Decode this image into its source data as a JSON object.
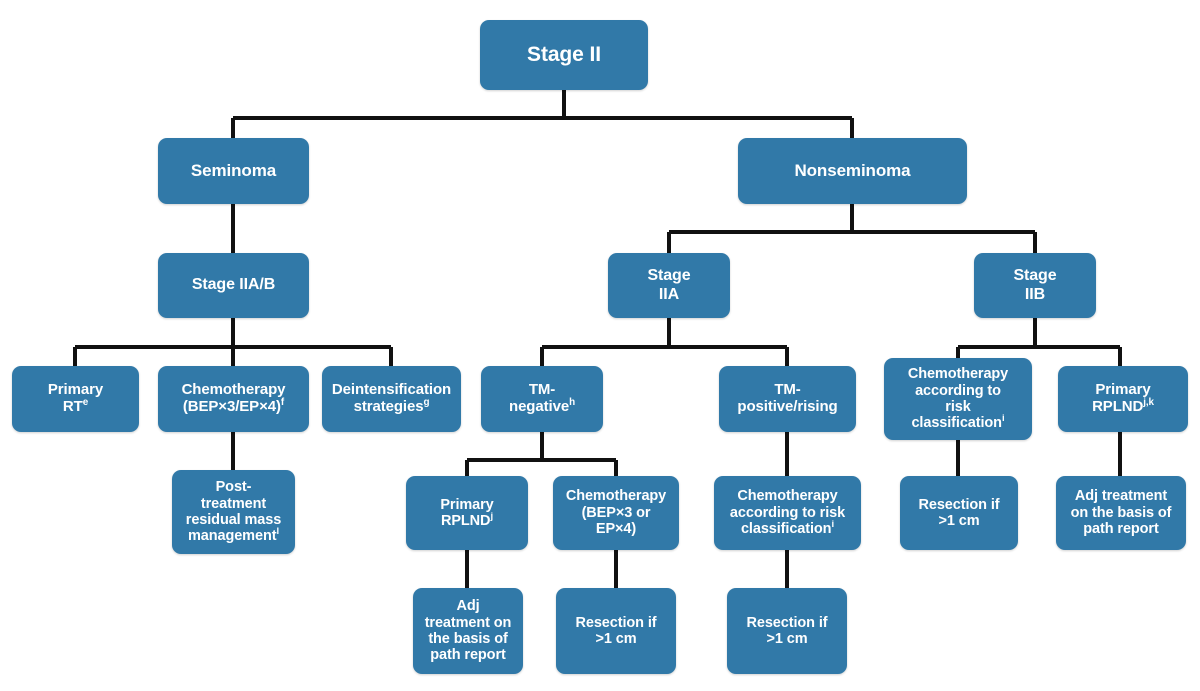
{
  "diagram": {
    "title": "Stage II testicular cancer management algorithm",
    "accent_color": "#3179a8",
    "edge_color": "#111111",
    "text_color": "#ffffff",
    "background": "#ffffff"
  },
  "nodes": {
    "stage2": {
      "label": "Stage II"
    },
    "seminoma": {
      "label": "Seminoma"
    },
    "nonseminoma": {
      "label": "Nonseminoma"
    },
    "stage_iiab": {
      "label": "Stage IIA/B"
    },
    "stage_iia": {
      "label": "Stage\nIIA",
      "line1": "Stage",
      "line2": "IIA"
    },
    "stage_iib": {
      "label": "Stage\nIIB",
      "line1": "Stage",
      "line2": "IIB"
    },
    "primary_rt": {
      "line1": "Primary",
      "line2": "RT",
      "sup": "e"
    },
    "chemo_bep3_ep4": {
      "line1": "Chemotherapy",
      "line2": "(BEP×3/EP×4)",
      "sup": "f"
    },
    "deintensification": {
      "line1": "Deintensification",
      "line2": "strategies",
      "sup": "g"
    },
    "tm_negative": {
      "line1": "TM-",
      "line2": "negative",
      "sup": "h"
    },
    "tm_positive": {
      "line1": "TM-",
      "line2": "positive/rising",
      "sup": ""
    },
    "chemo_risk_iib": {
      "line1": "Chemotherapy",
      "line2": "according to",
      "line3": "risk",
      "line4": "classification",
      "sup": "i"
    },
    "primary_rplnd_jk": {
      "line1": "Primary",
      "line2": "RPLND",
      "sup": "j,k"
    },
    "post_treatment_residual": {
      "line1": "Post-",
      "line2": "treatment",
      "line3": "residual mass",
      "line4": "management",
      "sup": "l"
    },
    "primary_rplnd_j": {
      "line1": "Primary",
      "line2": "RPLND",
      "sup": "j"
    },
    "chemo_bep3_or_ep4": {
      "line1": "Chemotherapy",
      "line2": "(BEP×3 or",
      "line3": "EP×4)",
      "sup": ""
    },
    "chemo_risk_iia": {
      "line1": "Chemotherapy",
      "line2": "according to risk",
      "line3": "classification",
      "sup": "i"
    },
    "resection_iib": {
      "line1": "Resection if",
      "line2": ">1 cm",
      "sup": ""
    },
    "adj_path_iib": {
      "line1": "Adj treatment",
      "line2": "on the basis of",
      "line3": "path report",
      "sup": ""
    },
    "adj_path_rplnd": {
      "line1": "Adj",
      "line2": "treatment on",
      "line3": "the basis of",
      "line4": "path report",
      "sup": ""
    },
    "resection_chemo_iia": {
      "line1": "Resection if",
      "line2": ">1 cm",
      "sup": ""
    },
    "resection_tmpos": {
      "line1": "Resection if",
      "line2": ">1 cm",
      "sup": ""
    }
  },
  "chart_data": {
    "type": "tree-diagram",
    "title": "Stage II",
    "levels": [
      {
        "level": 1,
        "nodes": [
          "Stage II"
        ]
      },
      {
        "level": 2,
        "nodes": [
          "Seminoma",
          "Nonseminoma"
        ]
      },
      {
        "level": 3,
        "nodes": [
          "Stage IIA/B",
          "Stage IIA",
          "Stage IIB"
        ]
      },
      {
        "level": 4,
        "nodes": [
          "Primary RT (e)",
          "Chemotherapy (BEP×3/EP×4) (f)",
          "Deintensification strategies (g)",
          "TM-negative (h)",
          "TM-positive/rising",
          "Chemotherapy according to risk classification (i)",
          "Primary RPLND (j,k)"
        ]
      },
      {
        "level": 5,
        "nodes": [
          "Post-treatment residual mass management (l)",
          "Primary RPLND (j)",
          "Chemotherapy (BEP×3 or EP×4)",
          "Chemotherapy according to risk classification (i)",
          "Resection if >1 cm",
          "Adj treatment on the basis of path report"
        ]
      },
      {
        "level": 6,
        "nodes": [
          "Adj treatment on the basis of path report",
          "Resection if >1 cm",
          "Resection if >1 cm"
        ]
      }
    ],
    "edges": [
      [
        "Stage II",
        "Seminoma"
      ],
      [
        "Stage II",
        "Nonseminoma"
      ],
      [
        "Seminoma",
        "Stage IIA/B"
      ],
      [
        "Nonseminoma",
        "Stage IIA"
      ],
      [
        "Nonseminoma",
        "Stage IIB"
      ],
      [
        "Stage IIA/B",
        "Primary RT (e)"
      ],
      [
        "Stage IIA/B",
        "Chemotherapy (BEP×3/EP×4) (f)"
      ],
      [
        "Stage IIA/B",
        "Deintensification strategies (g)"
      ],
      [
        "Stage IIA",
        "TM-negative (h)"
      ],
      [
        "Stage IIA",
        "TM-positive/rising"
      ],
      [
        "Stage IIB",
        "Chemotherapy according to risk classification (i)"
      ],
      [
        "Stage IIB",
        "Primary RPLND (j,k)"
      ],
      [
        "Chemotherapy (BEP×3/EP×4) (f)",
        "Post-treatment residual mass management (l)"
      ],
      [
        "TM-negative (h)",
        "Primary RPLND (j)"
      ],
      [
        "TM-negative (h)",
        "Chemotherapy (BEP×3 or EP×4)"
      ],
      [
        "TM-positive/rising",
        "Chemotherapy according to risk classification (i)"
      ],
      [
        "Chemotherapy according to risk classification (i) [IIB]",
        "Resection if >1 cm"
      ],
      [
        "Primary RPLND (j,k)",
        "Adj treatment on the basis of path report"
      ],
      [
        "Primary RPLND (j)",
        "Adj treatment on the basis of path report"
      ],
      [
        "Chemotherapy (BEP×3 or EP×4)",
        "Resection if >1 cm"
      ],
      [
        "Chemotherapy according to risk classification (i) [IIA]",
        "Resection if >1 cm"
      ]
    ]
  }
}
